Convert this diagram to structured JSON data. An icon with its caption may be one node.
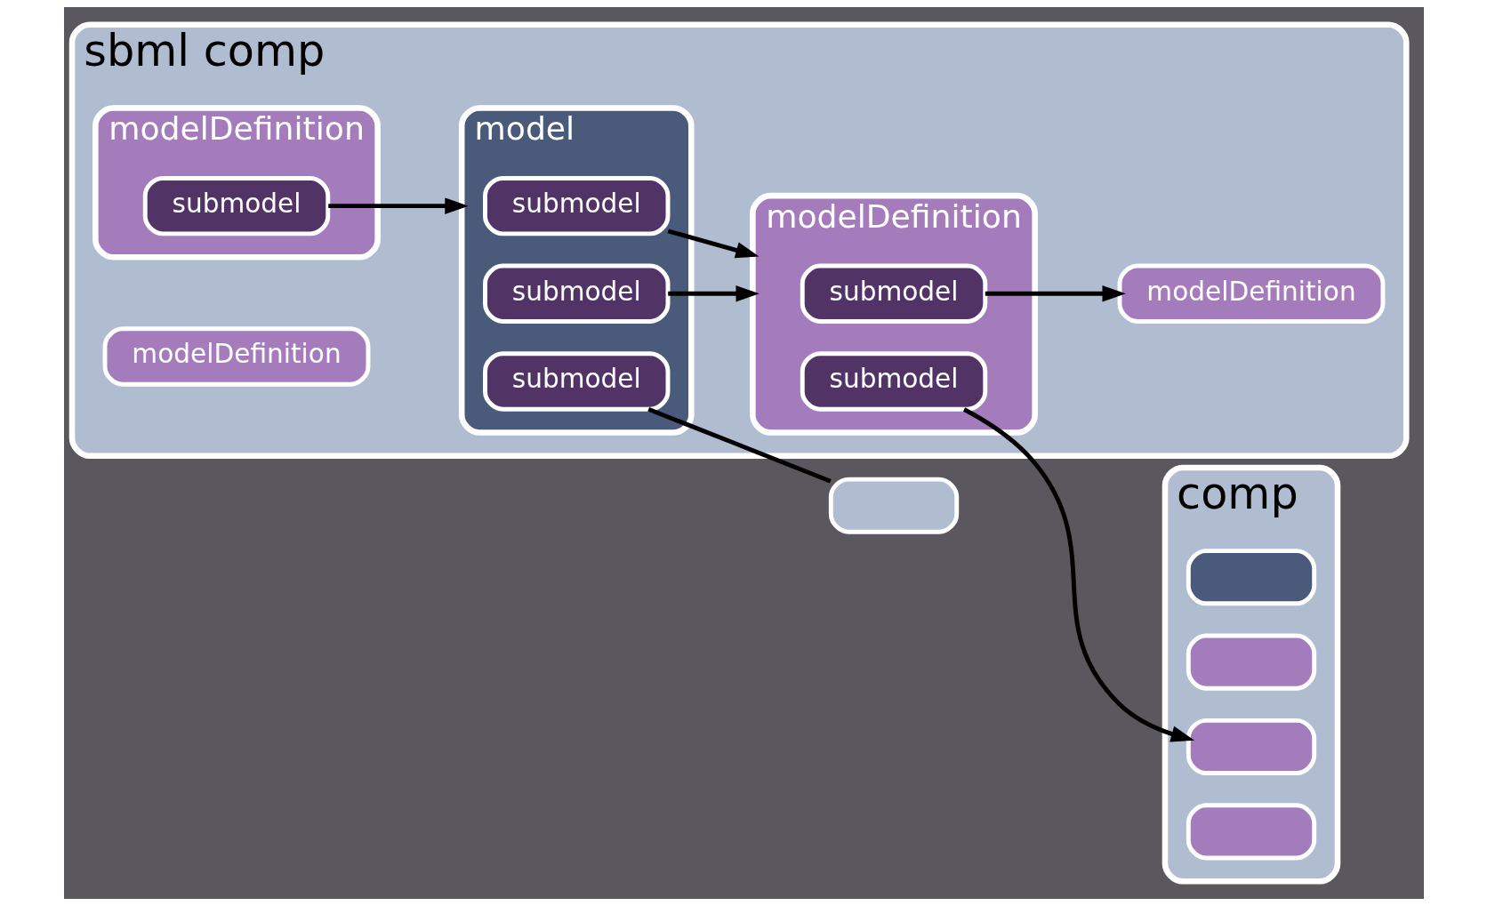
{
  "diagram": {
    "nodes": [
      {
        "text": [
          "sbml comp"
        ]
      },
      {
        "text": [
          "model"
        ],
        "in": 0
      },
      {
        "text": [
          "submodel"
        ],
        "in": 1
      },
      {
        "text": [
          "submodel"
        ],
        "in": 1
      },
      {
        "text": [
          "submodel"
        ],
        "in": 1
      },
      {
        "text": [
          "modelDefinition"
        ],
        "in": 0
      },
      {
        "text": [
          "modelDefinition"
        ],
        "in": 0
      },
      {
        "text": [
          "submodel"
        ],
        "in": 6
      },
      {
        "text": [
          "submodel"
        ],
        "in": 6
      },
      {
        "text": [
          "modelDefinition"
        ],
        "in": 0
      },
      {
        "text": [
          "modelDefinition"
        ],
        "in": 0
      },
      {
        "text": [
          "submodel"
        ],
        "in": 10
      },
      {
        "text": [
          "comp"
        ]
      },
      {
        "text": [],
        "shape": "box",
        "in": 12
      },
      {
        "text": [],
        "shape": "box",
        "in": 12
      },
      {
        "text": [],
        "shape": "box",
        "in": 12
      },
      {
        "text": [],
        "shape": "box",
        "in": 12
      },
      {
        "text": [],
        "shape": "box"
      }
    ],
    "edges": [
      {
        "from": 2,
        "to": 6,
        "arrow": "to"
      },
      {
        "from": 3,
        "to": 6,
        "arrow": "to"
      },
      {
        "from": 7,
        "to": 5,
        "arrow": "to"
      },
      {
        "from": 8,
        "to": 15,
        "arrow": "to"
      },
      {
        "from": 11,
        "to": 1,
        "arrow": "to"
      },
      {
        "from": 4,
        "to": 17,
        "arrow": "none"
      }
    ]
  }
}
